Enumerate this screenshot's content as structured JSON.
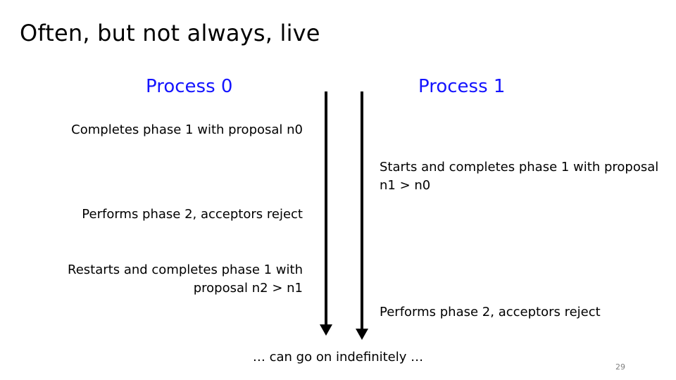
{
  "slide": {
    "title": "Often, but not always, live",
    "page_number": "29",
    "colors": {
      "process_header": "#1414ff",
      "body_text": "#000000",
      "timeline": "#000000",
      "page_number": "#808080"
    }
  },
  "processes": [
    {
      "id": "process-0",
      "header": "Process 0",
      "notes": [
        "Completes phase 1 with proposal n0",
        "Performs phase 2, acceptors reject",
        "Restarts and completes phase 1 with proposal n2 > n1"
      ]
    },
    {
      "id": "process-1",
      "header": "Process 1",
      "notes": [
        "Starts and completes phase 1 with proposal n1 > n0",
        "Performs phase 2, acceptors reject"
      ]
    }
  ],
  "footer_note": "… can go on indefinitely …"
}
